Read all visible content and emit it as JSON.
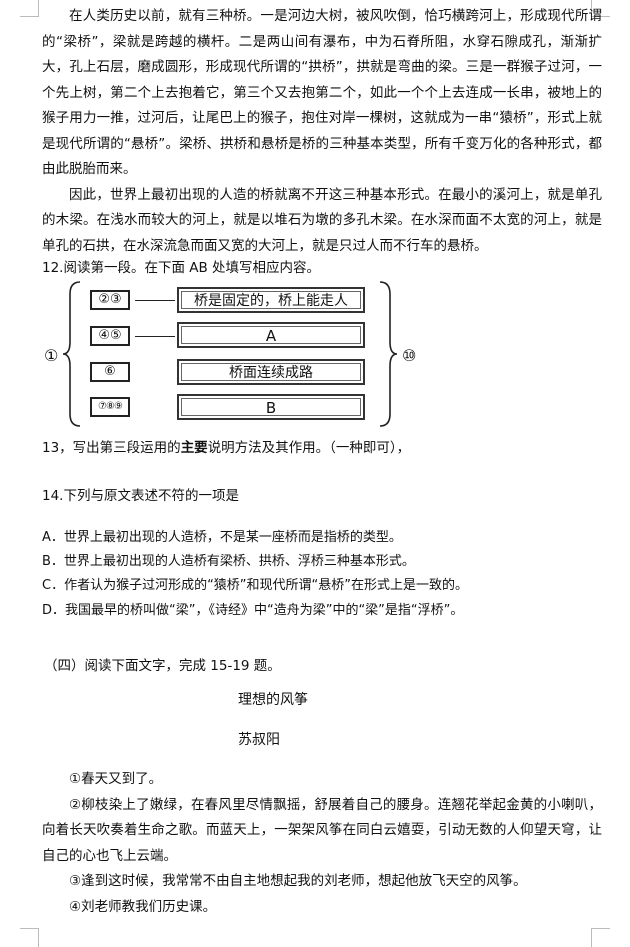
{
  "passage_part1": {
    "paragraphs": [
      "在人类历史以前，就有三种桥。一是河边大树，被风吹倒，恰巧横跨河上，形成现代所谓的“梁桥”，梁就是跨越的横杆。二是两山间有瀑布，中为石脊所阻，水穿石隙成孔，渐渐扩大，孔上石层，磨成圆形，形成现代所谓的“拱桥”，拱就是弯曲的梁。三是一群猴子过河，一个先上树，第二个上去抱着它，第三个又去抱第二个，如此一个个上去连成一长串，被地上的猴子用力一推，过河后，让尾巴上的猴子，抱住对岸一棵树，这就成为一串“猿桥”，形式上就是现代所谓的“悬桥”。梁桥、拱桥和悬桥是桥的三种基本类型，所有千变万化的各种形式，都由此脱胎而来。",
      "因此，世界上最初出现的人造的桥就离不开这三种基本形式。在最小的溪河上，就是单孔的木梁。在浅水而较大的河上，就是以堆石为墩的多孔木梁。在水深而面不太宽的河上，就是单孔的石拱，在水深流急而面又宽的大河上，就是只过人而不行车的悬桥。"
    ]
  },
  "q12": {
    "prompt": "12.阅读第一段。在下面 AB 处填写相应内容。",
    "left_label": "①",
    "right_label": "⑩",
    "rows": [
      {
        "num": "②③",
        "text": "桥是固定的，桥上能走人"
      },
      {
        "num": "④⑤",
        "text": "A"
      },
      {
        "num": "⑥",
        "text": "桥面连续成路"
      },
      {
        "num": "⑦⑧⑨",
        "text": "B"
      }
    ]
  },
  "q13": {
    "before": "13，写出第三段运用的",
    "bold": "主要",
    "after": "说明方法及其作用。（一种即可），"
  },
  "q14": {
    "prompt": "14.下列与原文表述不符的一项是",
    "options": [
      "A．世界上最初出现的人造桥，不是某一座桥而是指桥的类型。",
      "B．世界上最初出现的人造桥有梁桥、拱桥、浮桥三种基本形式。",
      "C．作者认为猴子过河形成的“猿桥”和现代所谓“悬桥”在形式上是一致的。",
      "D．我国最早的桥叫做“梁”，《诗经》中“造舟为梁”中的“梁”是指“浮桥”。"
    ]
  },
  "section4": {
    "heading": "（四）阅读下面文字，完成 15-19 题。",
    "title": "理想的风筝",
    "author": "苏叔阳",
    "paragraphs": [
      "①春天又到了。",
      "②柳枝染上了嫩绿，在春风里尽情飘摇，舒展着自己的腰身。连翘花举起金黄的小喇叭，向着长天吹奏着生命之歌。而蓝天上，一架架风筝在同白云嬉耍，引动无数的人仰望天穹，让自己的心也飞上云端。",
      "③逢到这时候，我常常不由自主地想起我的刘老师，想起他放飞天空的风筝。",
      "④刘老师教我们历史课。"
    ]
  }
}
